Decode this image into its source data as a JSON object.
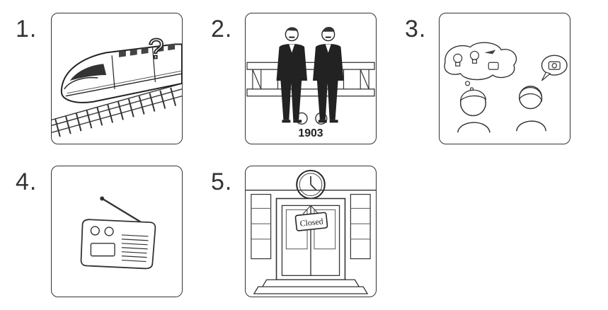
{
  "items": [
    {
      "number": "1.",
      "subject": "high-speed train"
    },
    {
      "number": "2.",
      "subject": "two men in front of an early airplane",
      "year": "1903"
    },
    {
      "number": "3.",
      "subject": "two children thinking"
    },
    {
      "number": "4.",
      "subject": "radio"
    },
    {
      "number": "5.",
      "subject": "library entrance",
      "sign": "Closed"
    }
  ]
}
